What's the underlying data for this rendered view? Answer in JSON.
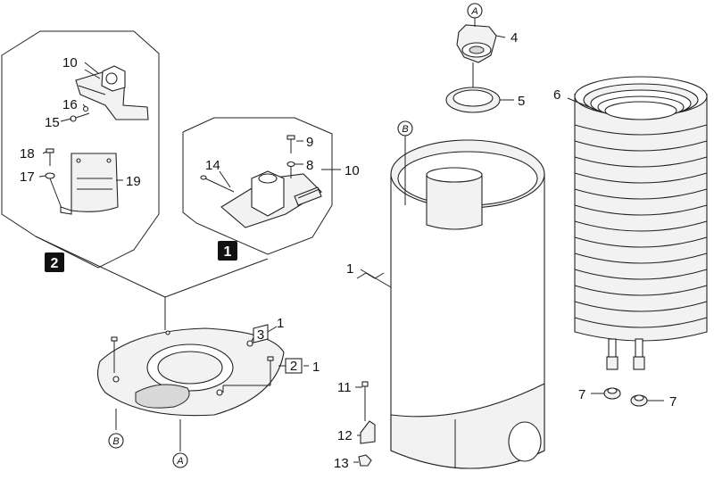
{
  "callouts": {
    "c1_tank": "1",
    "c1_plate_a": "1",
    "c1_plate_b": "1",
    "c2": "2",
    "c3": "3",
    "c4": "4",
    "c5": "5",
    "c6": "6",
    "c7_left": "7",
    "c7_right": "7",
    "c8": "8",
    "c9": "9",
    "c10_upper": "10",
    "c10_right": "10",
    "c11": "11",
    "c12": "12",
    "c13": "13",
    "c14": "14",
    "c15": "15",
    "c16": "16",
    "c17": "17",
    "c18": "18",
    "c19": "19"
  },
  "markers": {
    "a_top": "A",
    "a_bottom": "A",
    "b_tank": "B",
    "b_plate": "B"
  },
  "variants": {
    "v1": "1",
    "v2": "2"
  }
}
